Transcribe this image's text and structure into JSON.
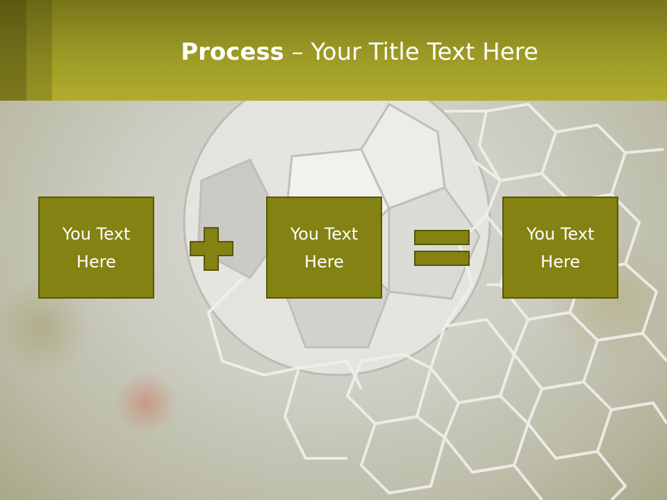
{
  "title": {
    "bold": "Process",
    "rest": " – Your Title Text Here"
  },
  "steps": [
    "You Text\nHere",
    "You Text\nHere",
    "You Text\nHere"
  ],
  "operators": [
    "plus-icon",
    "equals-icon"
  ],
  "colors": {
    "header": "#9c9a25",
    "box_fill": "#838212",
    "box_border": "#575608",
    "text": "#ffffff"
  }
}
